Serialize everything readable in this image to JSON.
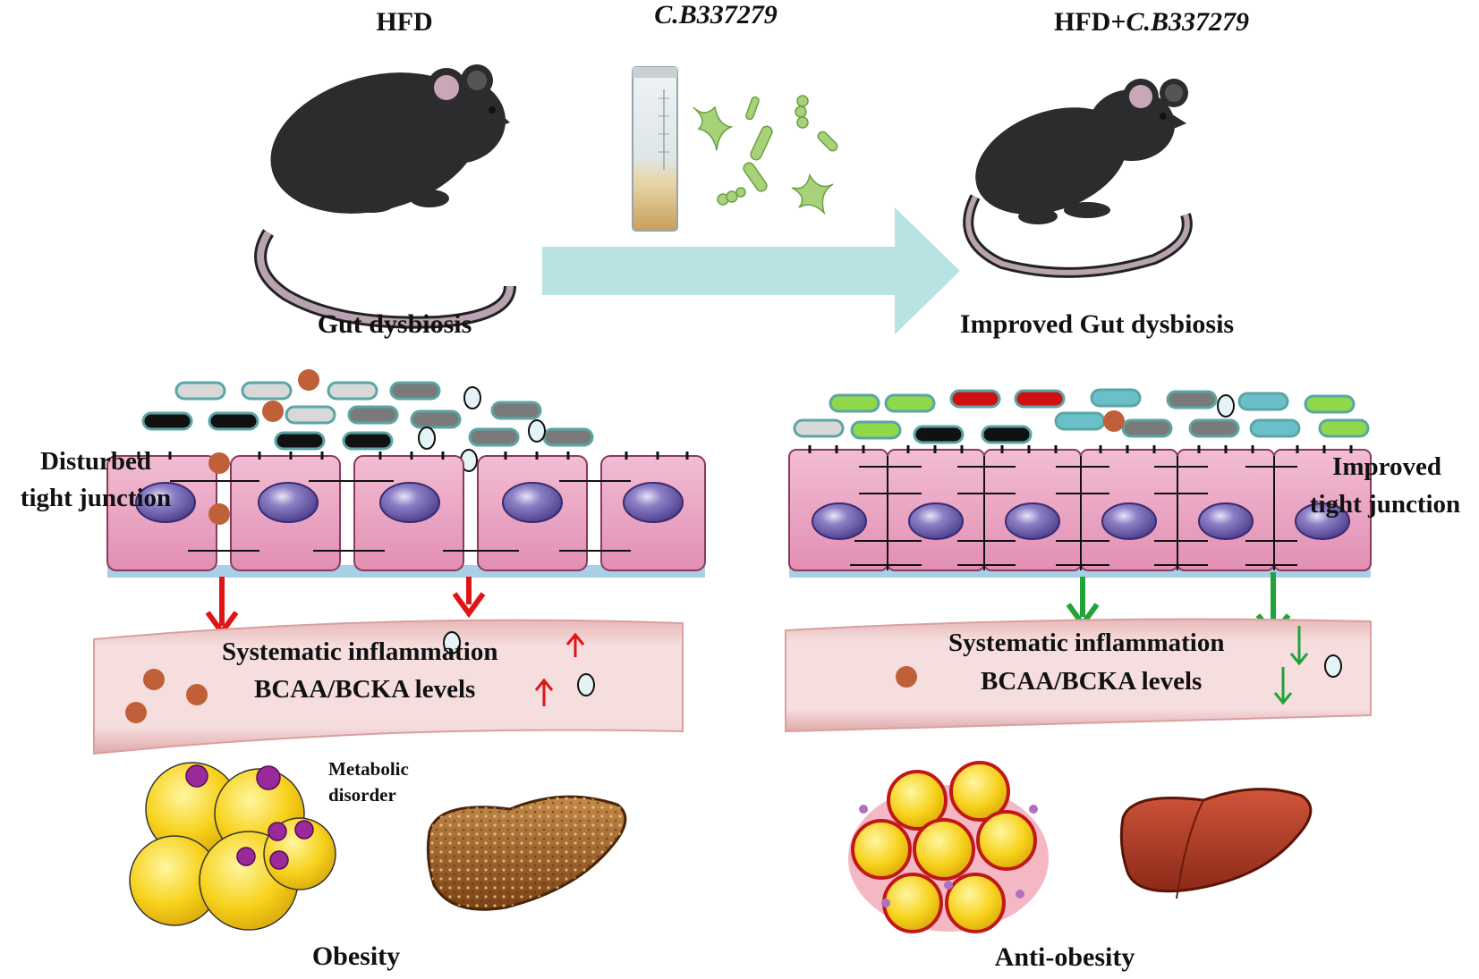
{
  "figure": {
    "left_title": "HFD",
    "middle_title": "C.B337279",
    "right_title_prefix": "HFD+",
    "right_title_strain": "C.B337279",
    "left_subtitle": "Gut dysbiosis",
    "right_subtitle": "Improved Gut dysbiosis",
    "left_junction_line1": "Disturbed",
    "left_junction_line2": "tight junction",
    "right_junction_line1": "Improved",
    "right_junction_line2": "tight junction",
    "inflammation_text": "Systematic inflammation",
    "bcaa_text": "BCAA/BCKA levels",
    "metabolic_line1": "Metabolic",
    "metabolic_line2": "disorder",
    "left_outcome": "Obesity",
    "right_outcome": "Anti-obesity"
  },
  "colors": {
    "arrow_band": "#b9e3e3",
    "increase_arrow": "#e01414",
    "decrease_arrow": "#22a33a",
    "cell_body": "#e8a8c4",
    "nucleus": "#6a5aa6",
    "vessel": "#f0cccc",
    "fat_cell": "#f4d21a",
    "liver_obese": "#9a5a22",
    "liver_healthy": "#b03a22"
  },
  "icons": {
    "mouse": "mouse-icon",
    "culture_tube": "culture-tube-icon",
    "bacteria": "bacteria-icon",
    "epithelium": "epithelial-cells-icon",
    "blood_vessel": "blood-vessel-icon",
    "fat_tissue": "adipose-tissue-icon",
    "macrophage": "macrophage-icon",
    "liver": "liver-icon"
  }
}
